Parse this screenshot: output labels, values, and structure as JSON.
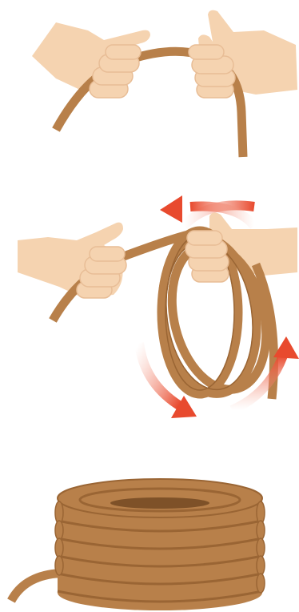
{
  "figure": {
    "steps": [
      {
        "id": 1,
        "description_visible_text": ""
      },
      {
        "id": 2,
        "description_visible_text": ""
      },
      {
        "id": 3,
        "description_visible_text": ""
      }
    ]
  },
  "colors": {
    "rope": "#B8804A",
    "rope_dark": "#9A6534",
    "rope_shadow": "#7E5128",
    "skin": "#F5D3B0",
    "skin_shade": "#E8BD96",
    "arrow": "#E84A2E",
    "arrow_fade": "#F7B09E",
    "background": "#ffffff"
  },
  "icons": {
    "hand": "hand-icon",
    "arrow": "rotation-arrow-icon",
    "rope": "rope-icon",
    "coil": "rope-coil-icon"
  }
}
